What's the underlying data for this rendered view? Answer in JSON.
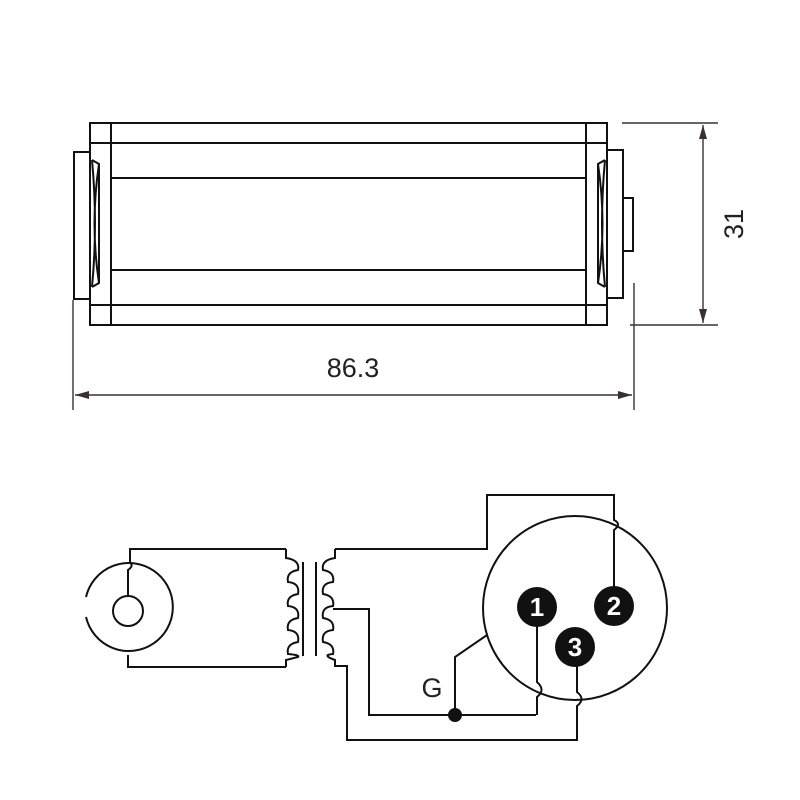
{
  "dimensions": {
    "length": "86.3",
    "height": "31"
  },
  "schematic": {
    "ground_label": "G",
    "pins": [
      {
        "label": "1"
      },
      {
        "label": "2"
      },
      {
        "label": "3"
      }
    ]
  }
}
